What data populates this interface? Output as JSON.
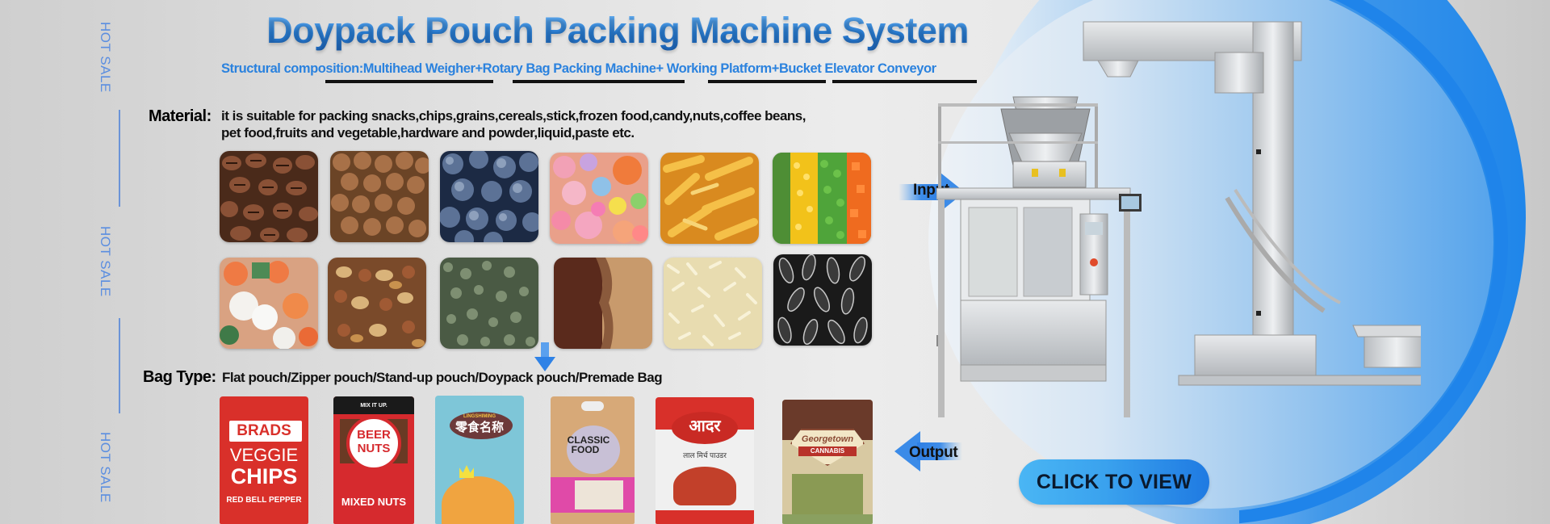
{
  "banner": {
    "title": "Doypack Pouch Packing Machine System",
    "subtitle": {
      "prefix": "Structural composition:",
      "text": "Multihead Weigher+Rotary Bag Packing Machine+ Working Platform+Bucket Elevator Conveyor",
      "components": [
        "Multihead Weigher",
        "Rotary Bag Packing Machine",
        "Working Platform",
        "Bucket Elevator Conveyor"
      ]
    },
    "side_labels": [
      "HOT SALE",
      "HOT SALE",
      "HOT SALE"
    ],
    "colors": {
      "accent_blue": "#2b82de",
      "hot_sale": "#5b8ee0",
      "cta_blue": "#3aa2ee",
      "circle_blue": "#1f86ea"
    }
  },
  "material": {
    "label": "Material:",
    "line1": "it is suitable for packing snacks,chips,grains,cereals,stick,frozen food,candy,nuts,coffee beans,",
    "line2": "pet food,fruits and vegetable,hardware and powder,liquid,paste etc.",
    "images": [
      {
        "name": "coffee beans"
      },
      {
        "name": "pet food"
      },
      {
        "name": "frozen blueberries"
      },
      {
        "name": "candy"
      },
      {
        "name": "chips"
      },
      {
        "name": "mixed vegetables"
      },
      {
        "name": "frozen vegetables"
      },
      {
        "name": "mixed nuts"
      },
      {
        "name": "tea leaves"
      },
      {
        "name": "powder"
      },
      {
        "name": "rice"
      },
      {
        "name": "sunflower seeds"
      }
    ]
  },
  "bag_type": {
    "label": "Bag Type:",
    "text": "Flat pouch/Zipper pouch/Stand-up pouch/Doypack pouch/Premade Bag",
    "bags": [
      {
        "brand": "BRADS",
        "line1": "VEGGIE",
        "line2": "CHIPS",
        "flavor": "RED BELL PEPPER"
      },
      {
        "top": "MIX IT UP.",
        "brand1": "BEER",
        "brand2": "NUTS",
        "product": "MIXED NUTS"
      },
      {
        "brand": "零食名称",
        "sub": "LINGSHIMING"
      },
      {
        "line1": "CLASSIC",
        "line2": "FOOD"
      },
      {
        "brand": "आदर",
        "product": "लाल मिर्च पाउडर"
      },
      {
        "brand": "Georgetown",
        "product": "CANNABIS"
      }
    ]
  },
  "flow": {
    "input_label": "Input",
    "output_label": "Output"
  },
  "cta": {
    "label": "CLICK TO VIEW"
  }
}
